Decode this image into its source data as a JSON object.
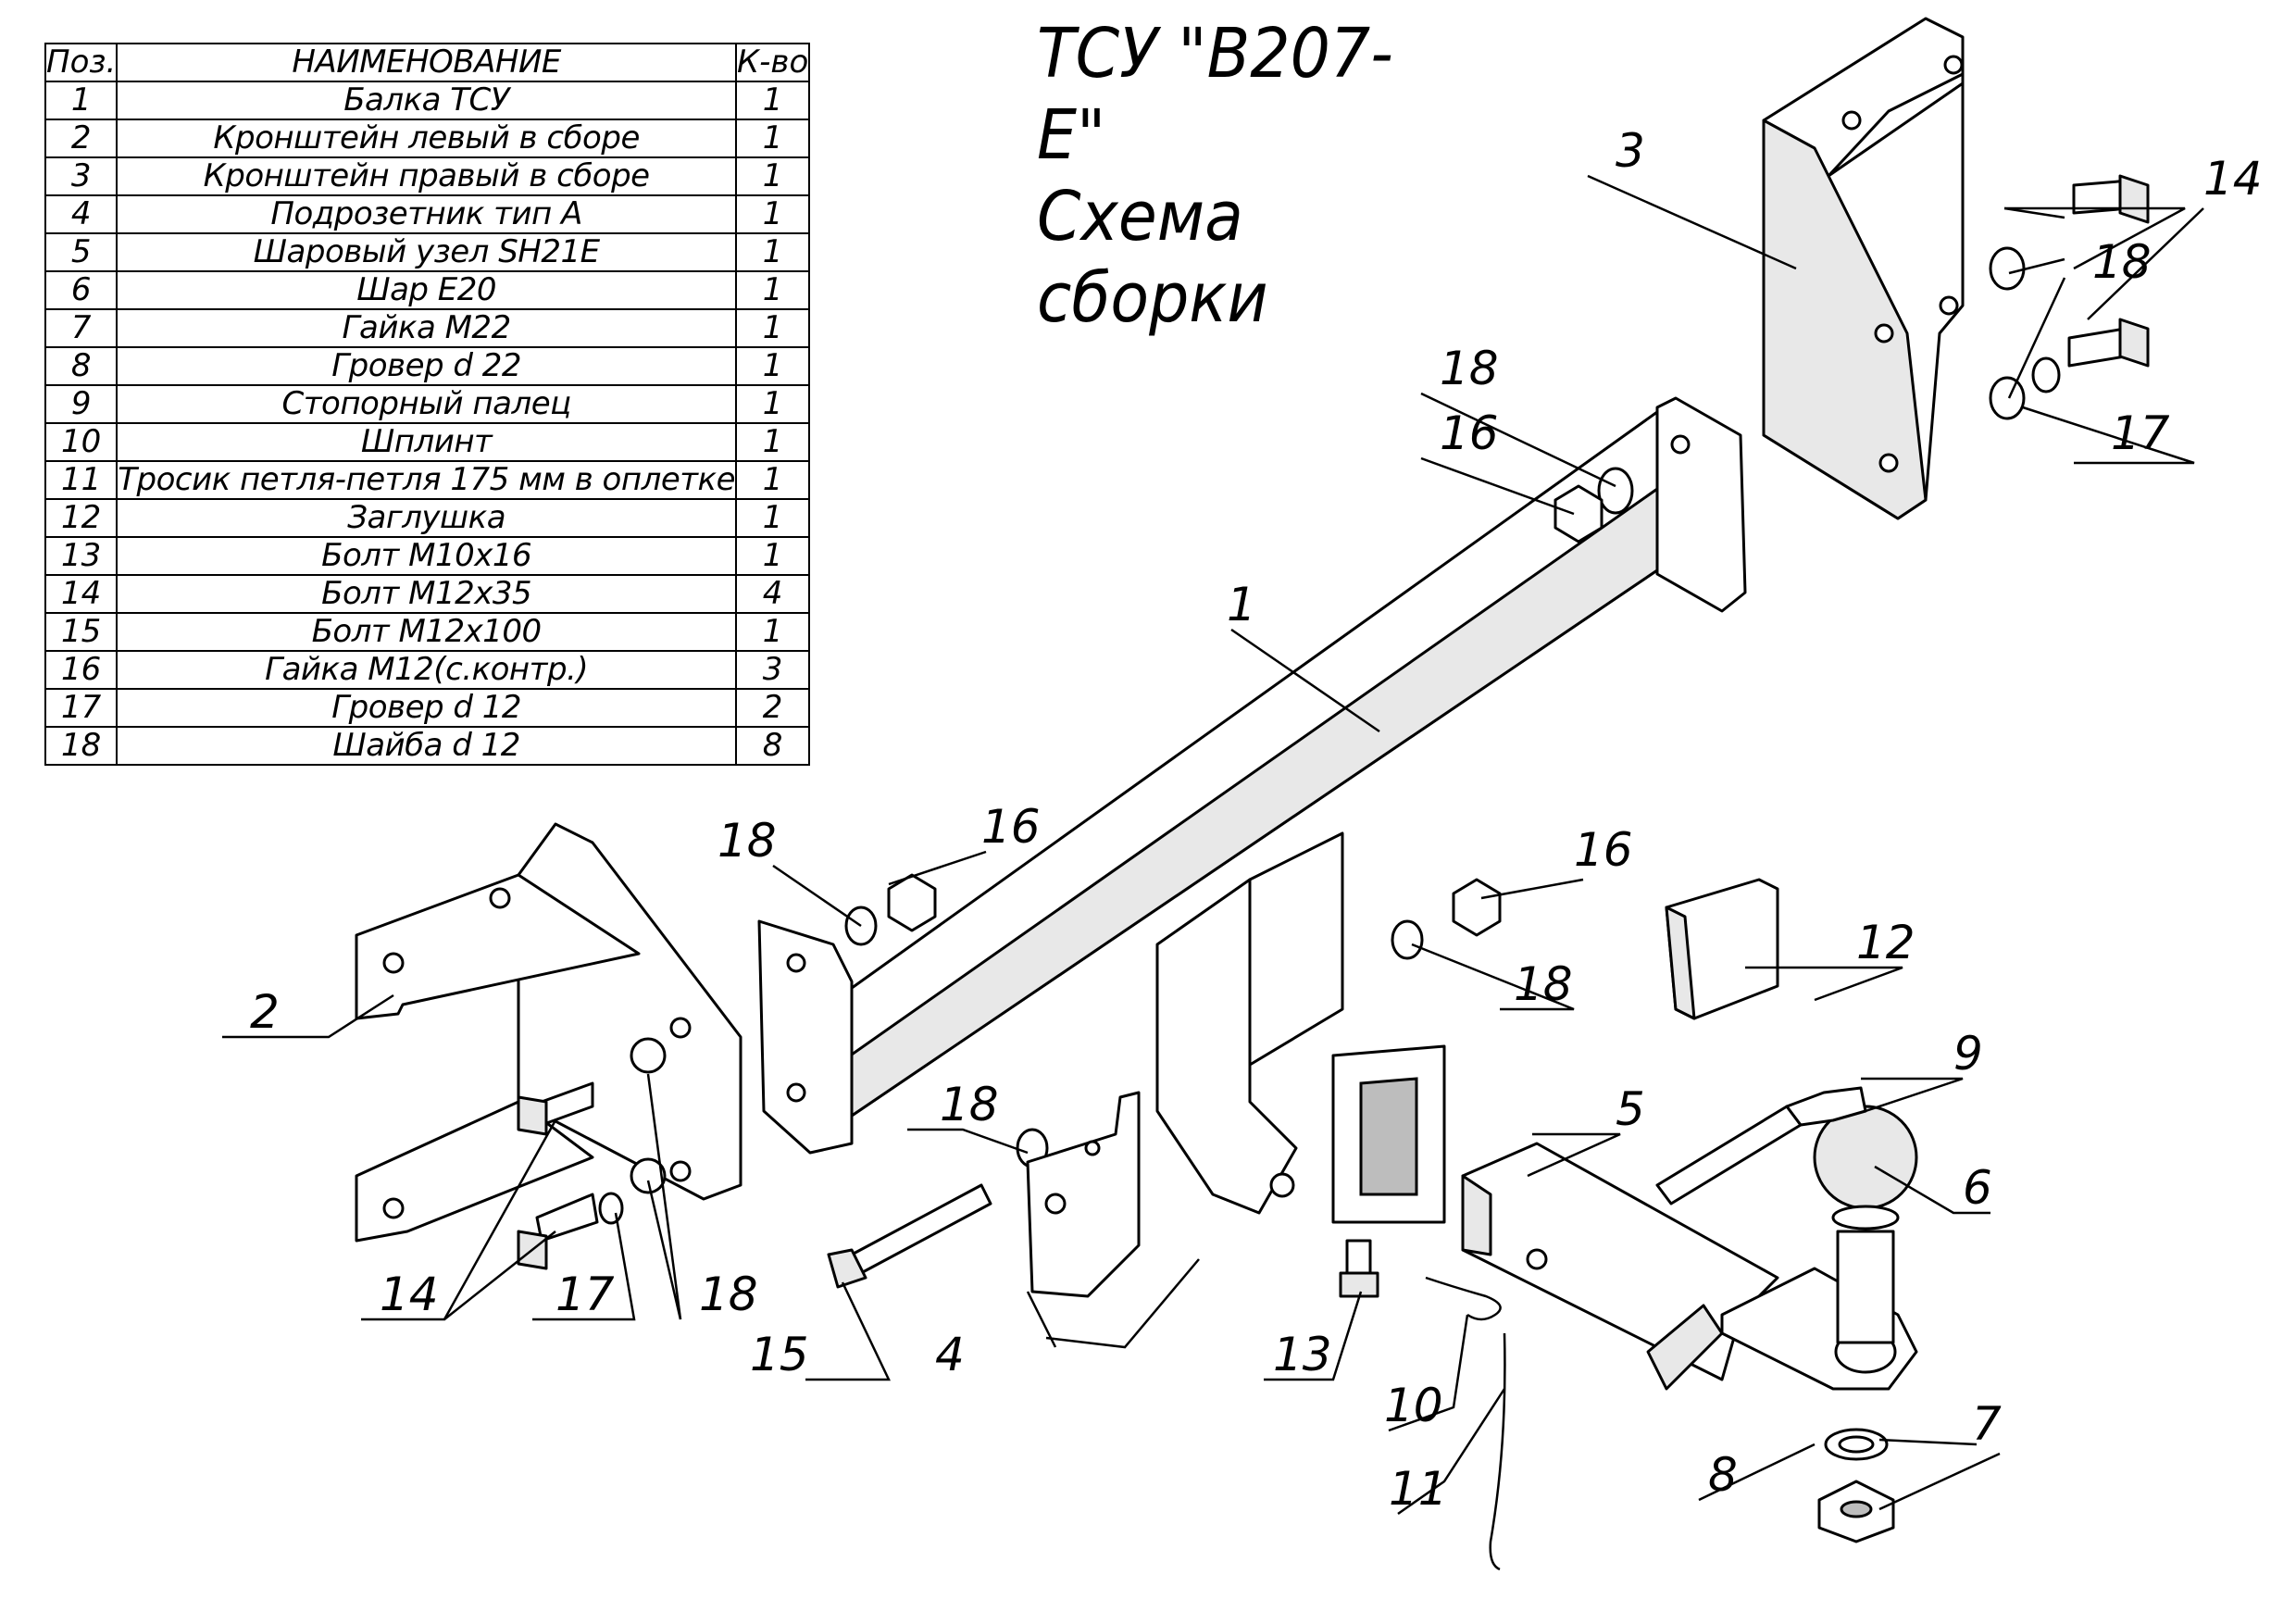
{
  "title": {
    "line1": "ТСУ \"В207-Е\"",
    "line2": "Схема сборки"
  },
  "table": {
    "headers": {
      "pos": "Поз.",
      "name": "НАИМЕНОВАНИЕ",
      "qty": "К-во"
    },
    "rows": [
      {
        "pos": "1",
        "name": "Балка ТСУ",
        "qty": "1"
      },
      {
        "pos": "2",
        "name": "Кронштейн левый в сборе",
        "qty": "1"
      },
      {
        "pos": "3",
        "name": "Кронштейн правый в сборе",
        "qty": "1"
      },
      {
        "pos": "4",
        "name": "Подрозетник тип А",
        "qty": "1"
      },
      {
        "pos": "5",
        "name": "Шаровый узел SH21E",
        "qty": "1"
      },
      {
        "pos": "6",
        "name": "Шар Е20",
        "qty": "1"
      },
      {
        "pos": "7",
        "name": "Гайка М22",
        "qty": "1"
      },
      {
        "pos": "8",
        "name": "Гровер d 22",
        "qty": "1"
      },
      {
        "pos": "9",
        "name": "Стопорный палец",
        "qty": "1"
      },
      {
        "pos": "10",
        "name": "Шплинт",
        "qty": "1"
      },
      {
        "pos": "11",
        "name": "Тросик петля-петля 175 мм в оплетке",
        "qty": "1"
      },
      {
        "pos": "12",
        "name": "Заглушка",
        "qty": "1"
      },
      {
        "pos": "13",
        "name": "Болт М10х16",
        "qty": "1"
      },
      {
        "pos": "14",
        "name": "Болт М12х35",
        "qty": "4"
      },
      {
        "pos": "15",
        "name": "Болт М12х100",
        "qty": "1"
      },
      {
        "pos": "16",
        "name": "Гайка М12(с.контр.)",
        "qty": "3"
      },
      {
        "pos": "17",
        "name": "Гровер d 12",
        "qty": "2"
      },
      {
        "pos": "18",
        "name": "Шайба d 12",
        "qty": "8"
      }
    ]
  },
  "callouts": {
    "c1": "1",
    "c2": "2",
    "c3": "3",
    "c4": "4",
    "c5": "5",
    "c6": "6",
    "c7": "7",
    "c8": "8",
    "c9": "9",
    "c10": "10",
    "c11": "11",
    "c12": "12",
    "c13": "13",
    "c14a": "14",
    "c14b": "14",
    "c15": "15",
    "c16a": "16",
    "c16b": "16",
    "c16c": "16",
    "c17a": "17",
    "c17b": "17",
    "c18a": "18",
    "c18b": "18",
    "c18c": "18",
    "c18d": "18",
    "c18e": "18"
  }
}
